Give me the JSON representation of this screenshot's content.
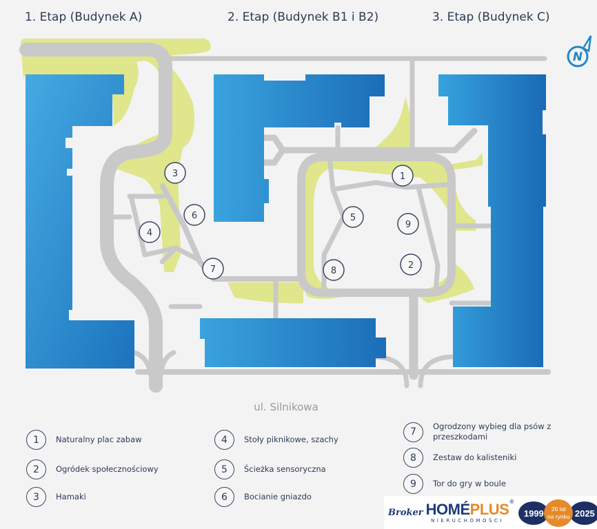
{
  "stages": [
    {
      "label": "1. Etap (Budynek A)"
    },
    {
      "label": "2. Etap (Budynek B1 i B2)"
    },
    {
      "label": "3. Etap (Budynek C)"
    }
  ],
  "street": "ul. Silnikowa",
  "compass": {
    "letter": "N",
    "icon": "north-compass-icon"
  },
  "markers": [
    "1",
    "2",
    "3",
    "4",
    "5",
    "6",
    "7",
    "8",
    "9"
  ],
  "legend": [
    {
      "num": "1",
      "label": "Naturalny plac zabaw"
    },
    {
      "num": "2",
      "label": "Ogródek społecznościowy"
    },
    {
      "num": "3",
      "label": "Hamaki"
    },
    {
      "num": "4",
      "label": "Stoły piknikowe, szachy"
    },
    {
      "num": "5",
      "label": "Ścieżka sensoryczna"
    },
    {
      "num": "6",
      "label": "Bocianie gniazdo"
    },
    {
      "num": "7",
      "label": "Ogrodzony wybieg dla psów z przeszkodami"
    },
    {
      "num": "8",
      "label": "Zestaw do kalisteniki"
    },
    {
      "num": "9",
      "label": "Tor do gry w boule"
    }
  ],
  "logo": {
    "broker": "Broker",
    "home": "HOMÉ",
    "plus": "PLUS",
    "reg": "®",
    "sub": "NIERUCHOMOŚCI",
    "year_start": "1999",
    "anniv_line1": "26 lat",
    "anniv_line2": "na rynku",
    "year_end": "2025"
  },
  "colors": {
    "building_light": "#3aa6e0",
    "building_dark": "#1a6fb8",
    "green": "#dfe68c",
    "road": "#c9c9c9",
    "text": "#2c3a55"
  }
}
